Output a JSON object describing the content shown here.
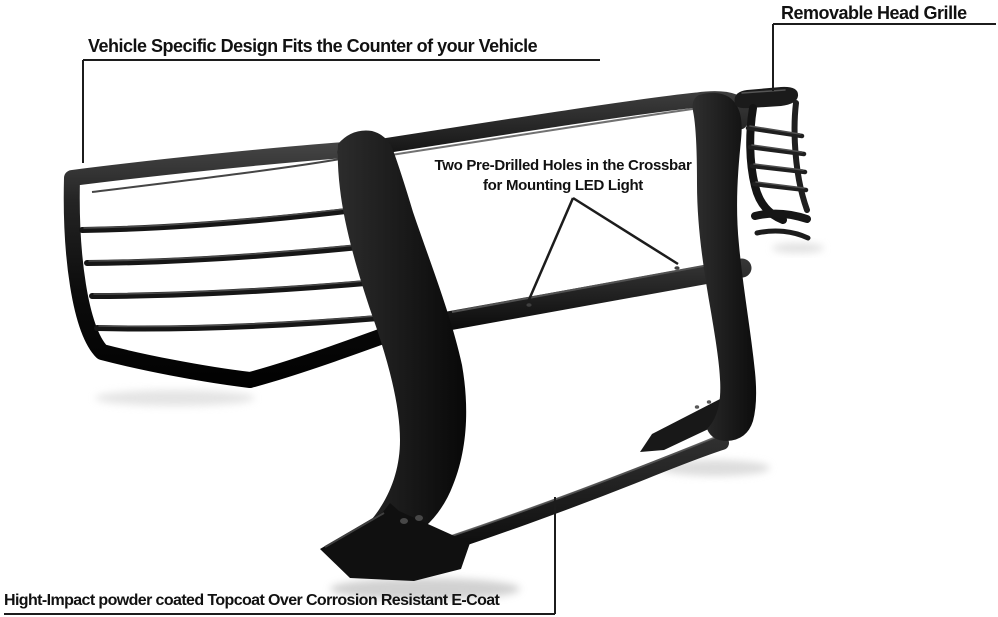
{
  "background_color": "#ffffff",
  "annotations": {
    "top_left": {
      "label": "Vehicle Specific Design Fits the Counter of your Vehicle"
    },
    "top_right": {
      "label": "Removable Head Grille"
    },
    "center": {
      "line1": "Two Pre-Drilled Holes in the Crossbar",
      "line2": "for Mounting LED Light"
    },
    "bottom": {
      "label": "Hight-Impact powder coated Topcoat Over Corrosion Resistant E-Coat"
    }
  },
  "product": {
    "finish_color": "#141414",
    "highlight_color": "#4d4d4d",
    "shadow_color": "#c9c9c9",
    "text_color": "#111111",
    "line_color": "#1c1c1c"
  }
}
